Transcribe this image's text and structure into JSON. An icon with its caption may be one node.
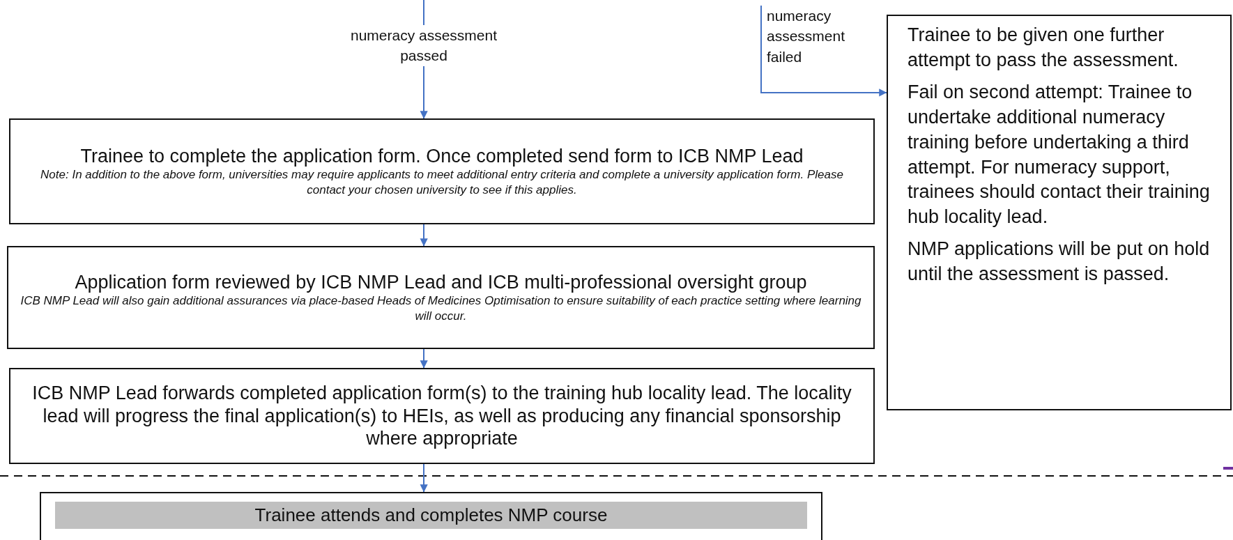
{
  "diagram": {
    "nodes": [
      {
        "text": [
          "Trainee to complete the application form. Once completed send form to ICB NMP Lead",
          "Note: In addition to the above form, universities may require applicants to meet additional entry criteria and complete a university application form. Please contact your chosen university to see if this applies."
        ]
      },
      {
        "text": [
          "Application form reviewed by ICB NMP Lead and ICB multi-professional oversight group",
          "ICB NMP Lead will also gain additional assurances via place-based Heads of Medicines Optimisation to ensure suitability of each practice setting where learning will occur."
        ]
      },
      {
        "text": [
          "ICB NMP Lead forwards completed application form(s) to the training hub locality lead. The locality lead will progress the final application(s) to HEIs, as well as producing any financial sponsorship where appropriate"
        ]
      },
      {
        "text": [
          "Trainee attends and completes NMP course"
        ]
      },
      {
        "text": [
          "Trainee to be given one further attempt to pass the assessment.",
          "Fail on second attempt: Trainee to undertake additional numeracy training before undertaking a third attempt. For numeracy support, trainees should contact their training hub locality lead.",
          "NMP applications will be put on hold until the assessment is passed."
        ]
      }
    ],
    "edges": [
      {
        "from": null,
        "to": 0,
        "arrow": "to",
        "label": "numeracy assessment passed"
      },
      {
        "from": null,
        "to": 4,
        "arrow": "to",
        "label": "numeracy assessment failed"
      },
      {
        "from": 0,
        "to": 1,
        "arrow": "to"
      },
      {
        "from": 1,
        "to": 2,
        "arrow": "to"
      },
      {
        "from": 2,
        "to": 3,
        "arrow": "to"
      }
    ]
  }
}
